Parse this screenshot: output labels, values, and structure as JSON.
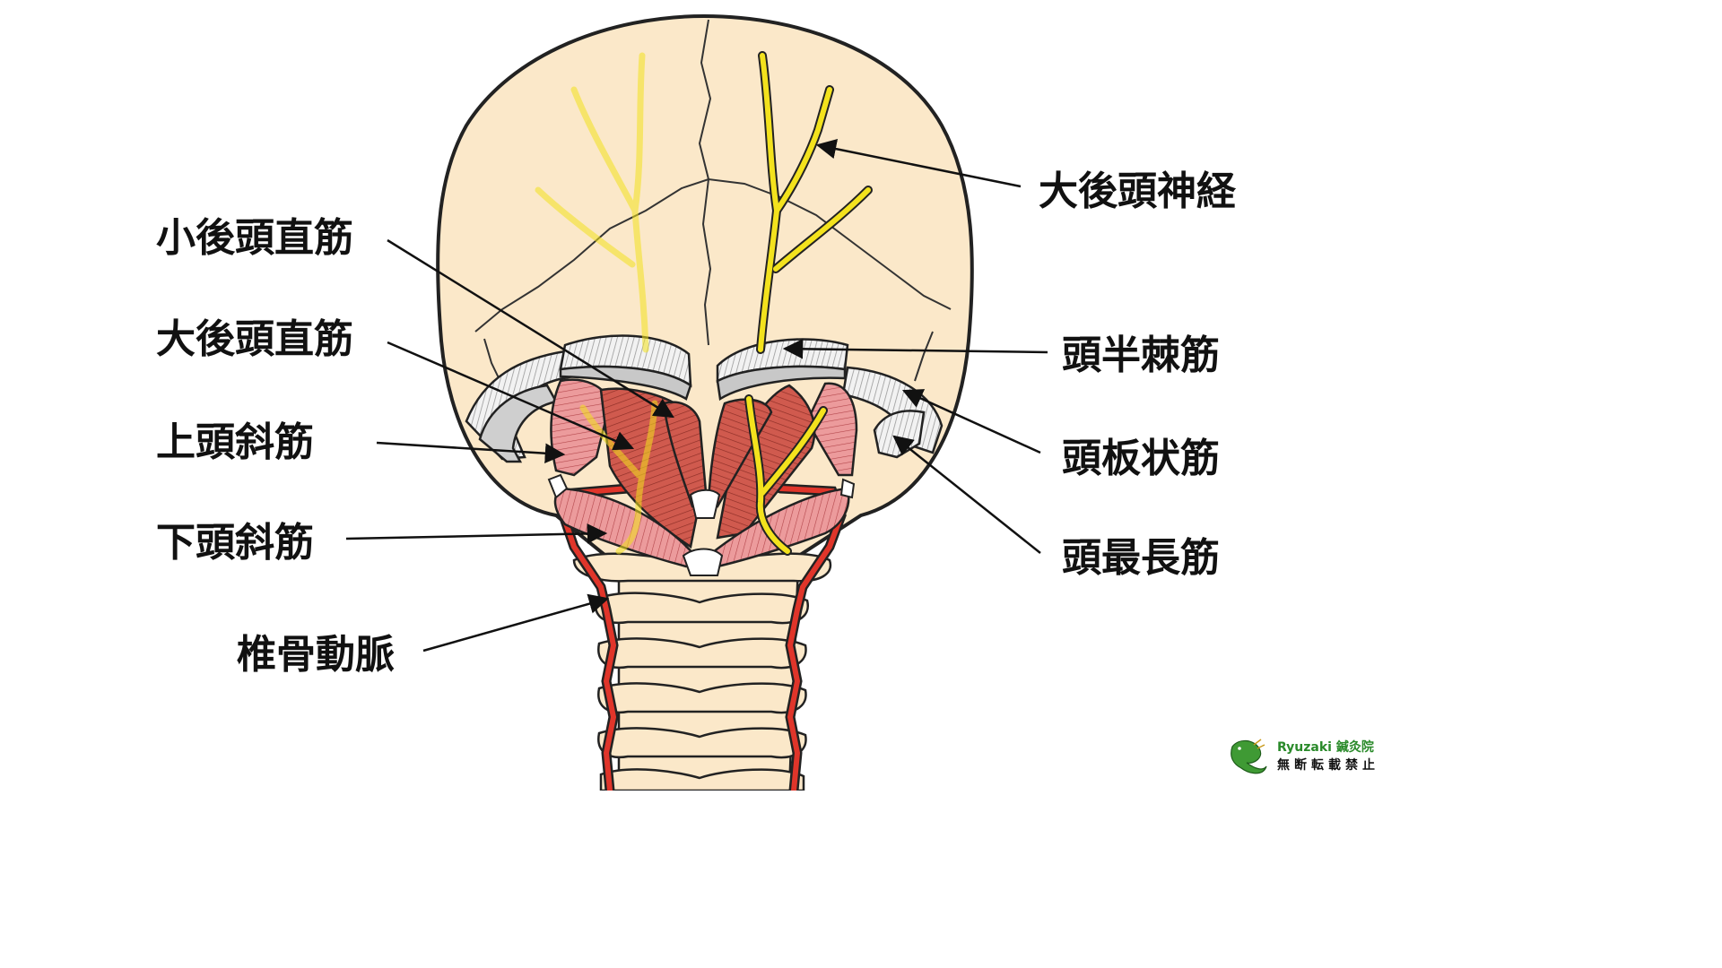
{
  "labels": {
    "greater_occipital_nerve": "大後頭神経",
    "rectus_capitis_posterior_minor": "小後頭直筋",
    "rectus_capitis_posterior_major": "大後頭直筋",
    "semispinalis_capitis": "頭半棘筋",
    "obliquus_capitis_superior": "上頭斜筋",
    "splenius_capitis": "頭板状筋",
    "obliquus_capitis_inferior": "下頭斜筋",
    "longissimus_capitis": "頭最長筋",
    "vertebral_artery": "椎骨動脈"
  },
  "watermark": {
    "brand": "Ryuzaki 鍼灸院",
    "notice": "無断転載禁止",
    "icon": "dragon-icon"
  },
  "colors": {
    "bone": "#fbe8c9",
    "outline": "#222222",
    "nerve": "#f3e21d",
    "muscle": "#d9584f",
    "muscle_light": "#e48a8c",
    "artery": "#e0352a",
    "tendon": "#c8c8c8"
  }
}
